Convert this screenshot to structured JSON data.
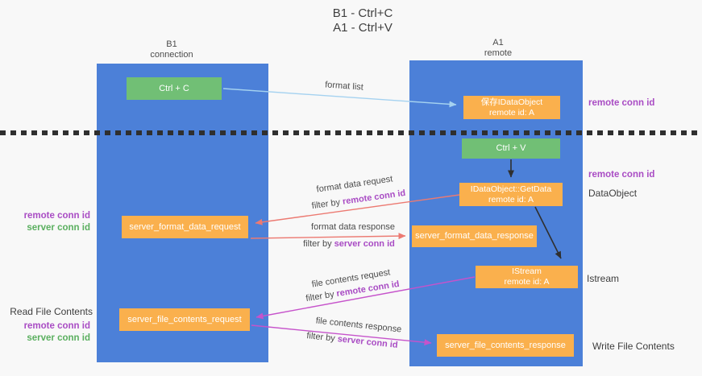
{
  "title": {
    "line1": "B1 - Ctrl+C",
    "line2": "A1 - Ctrl+V"
  },
  "lanes": {
    "left": {
      "title": "B1",
      "subtitle": "connection"
    },
    "right": {
      "title": "A1",
      "subtitle": "remote"
    }
  },
  "boxes": {
    "ctrl_c": "Ctrl + C",
    "ctrl_v": "Ctrl + V",
    "save_dataobject": {
      "line1": "保存IDataObject",
      "line2": "remote id: A"
    },
    "getdata": {
      "line1": "IDataObject::GetData",
      "line2": "remote id: A"
    },
    "istream": {
      "line1": "IStream",
      "line2": "remote id: A"
    },
    "format_request": "server_format_data_request",
    "format_response": "server_format_data_response",
    "file_request": "server_file_contents_request",
    "file_response": "server_file_contents_response"
  },
  "flow_labels": {
    "format_list": "format list",
    "format_data_request": "format data request",
    "format_data_response": "format data response",
    "file_contents_request": "file contents request",
    "file_contents_response": "file contents response",
    "filter_by": "filter by",
    "remote_conn_id": "remote conn id",
    "server_conn_id": "server conn id"
  },
  "side_labels": {
    "remote_conn_id": "remote conn id",
    "server_conn_id": "server conn id",
    "dataobject": "DataObject",
    "istream": "Istream",
    "read_file_contents": "Read File Contents",
    "write_file_contents": "Write File Contents"
  },
  "colors": {
    "lane_blue": "#4c80d8",
    "box_orange": "#fab04d",
    "box_green": "#71bf75",
    "purple_text": "#a94cc4",
    "green_text": "#5aaf5f",
    "arrow_blue": "#a5d2f0",
    "arrow_red": "#ec7a72",
    "arrow_magenta": "#c653cb",
    "arrow_black": "#2f2f2f"
  }
}
